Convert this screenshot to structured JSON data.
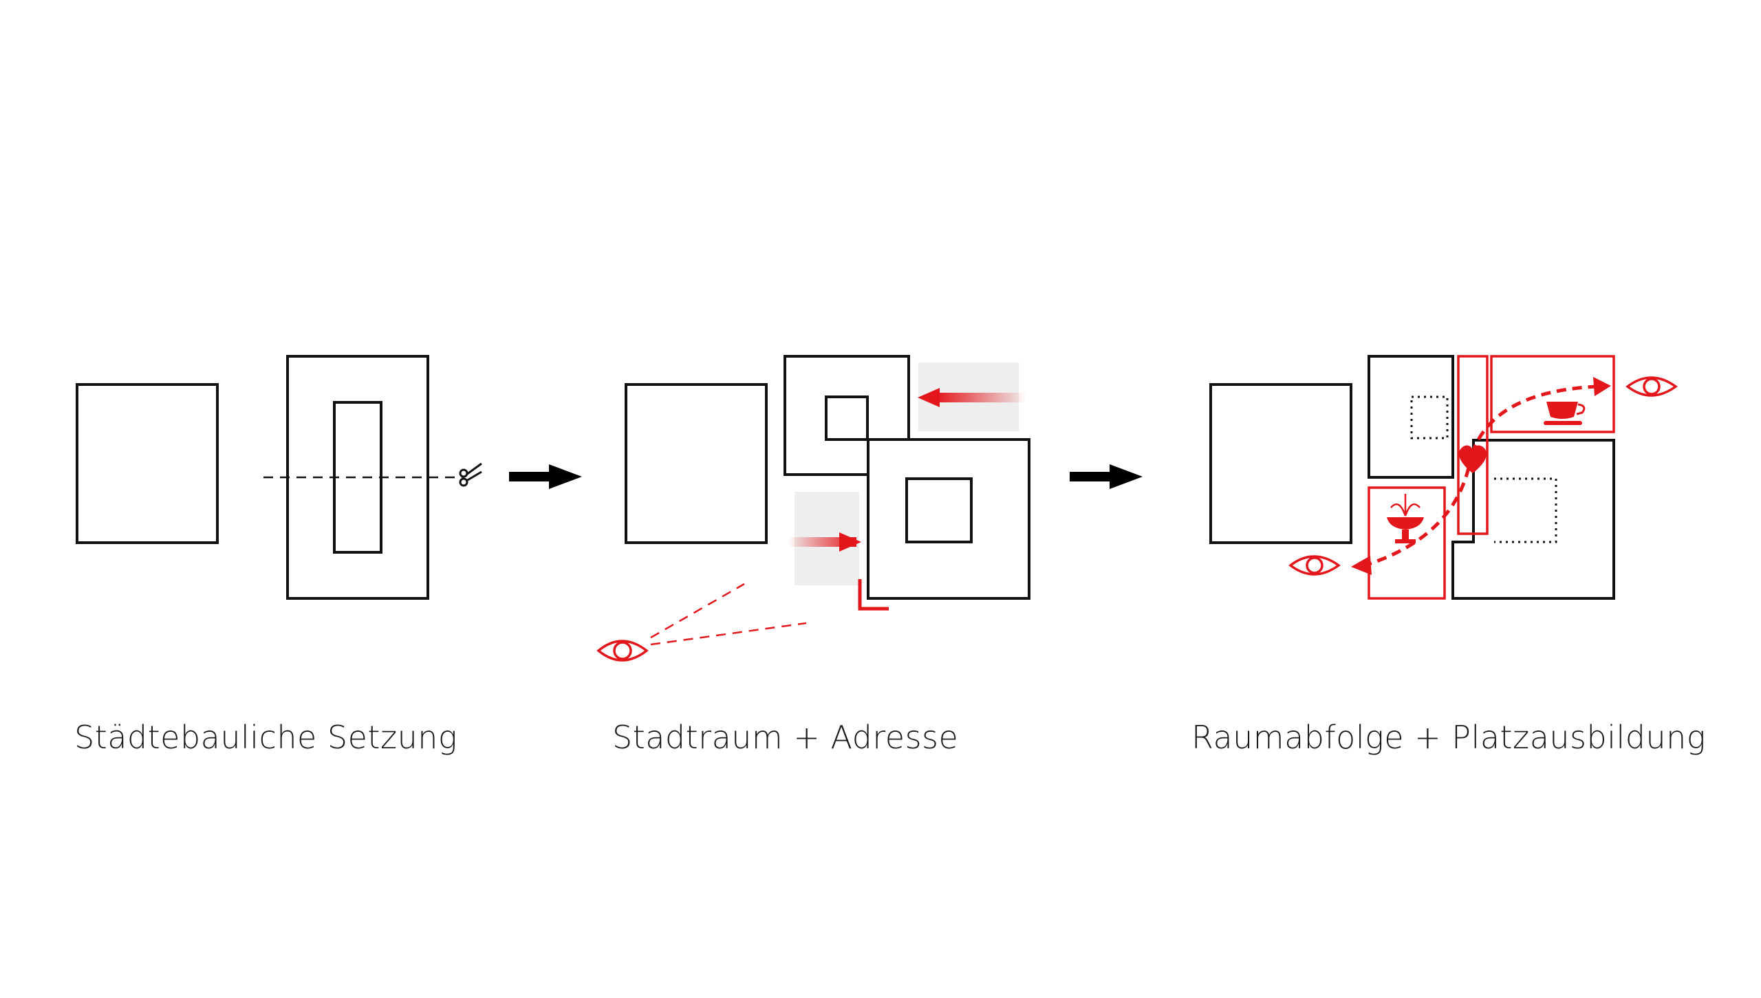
{
  "captions": {
    "step1": "Städtebauliche Setzung",
    "step2": "Stadtraum + Adresse",
    "step3": "Raumabfolge + Platzausbildung"
  },
  "icons": [
    "scissors-icon",
    "eye-icon",
    "heart-icon",
    "coffee-cup-icon",
    "fountain-icon",
    "arrow-icon"
  ],
  "colors": {
    "outline": "#111111",
    "accent": "#e3161b",
    "shade": "#eeeeee"
  }
}
